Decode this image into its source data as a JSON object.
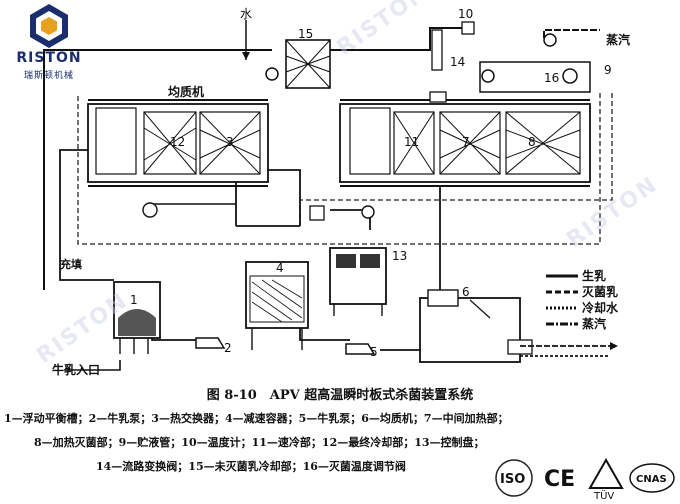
{
  "brand": {
    "name": "RISTON",
    "subtitle": "瑞斯顿机械"
  },
  "watermark": "RISTON",
  "diagram": {
    "title": "图 8-10　APV 超高温瞬时板式杀菌装置系统",
    "labels": {
      "water": "水",
      "steam_top": "蒸汽",
      "homogenizer": "均质机",
      "fill": "充填",
      "raw_milk_inlet": "牛乳入口",
      "n1": "1",
      "n2": "2",
      "n3": "3",
      "n4": "4",
      "n5": "5",
      "n6": "6",
      "n7": "7",
      "n8": "8",
      "n9": "9",
      "n10": "10",
      "n11": "11",
      "n12": "12",
      "n13": "13",
      "n14": "14",
      "n15": "15",
      "n16": "16"
    },
    "legend": [
      {
        "key": "raw",
        "label": "生乳"
      },
      {
        "key": "sterile",
        "label": "灭菌乳"
      },
      {
        "key": "cooling",
        "label": "冷却水"
      },
      {
        "key": "steam",
        "label": "蒸汽"
      }
    ],
    "components_lines": [
      "1—浮动平衡槽；2—牛乳泵；3—热交换器；4—减速容器；5—牛乳泵；6—均质机；7—中间加热部；",
      "8—加热灭菌部；9—贮液管；10—温度计；11—速冷部；12—最终冷却部；13—控制盘；",
      "14—流路变换阀；15—未灭菌乳冷却部；16—灭菌温度调节阀"
    ]
  },
  "certs": {
    "iso": "ISO",
    "ce": "CE",
    "tuv": "TÜV",
    "cnas": "CNAS"
  }
}
